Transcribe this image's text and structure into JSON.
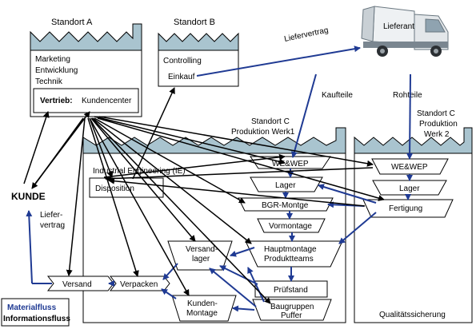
{
  "sites": {
    "a": {
      "title": "Standort A",
      "lines": [
        "Marketing",
        "Entwicklung",
        "Technik"
      ],
      "vertrieb_label": "Vertrieb:",
      "kundencenter": "Kundencenter"
    },
    "b": {
      "title": "Standort B",
      "controlling": "Controlling",
      "einkauf": "Einkauf"
    },
    "c1": {
      "title": "Standort C",
      "subtitle": "Produktion Werk1"
    },
    "c2": {
      "title": "Standort C",
      "line2": "Produktion",
      "line3": "Werk 2"
    }
  },
  "truck": {
    "label": "Lieferant"
  },
  "flow_labels": {
    "liefervertrag": "Liefervertrag",
    "kaufteile": "Kaufteile",
    "rohteile": "Rohteile",
    "liefer": "Liefer-",
    "vertrag": "vertrag"
  },
  "kunde": "KUNDE",
  "ie_label": "Industrial Engineering (IE)",
  "disposition": "Disposition",
  "werk1": {
    "we_wep": "WE&WEP",
    "lager": "Lager",
    "bgr_montage": "BGR-Montge",
    "vormontage": "Vormontage",
    "hauptmontage_1": "Hauptmontage",
    "hauptmontage_2": "Produktteams",
    "pruefstand": "Prüfstand",
    "baugruppen_1": "Baugruppen",
    "baugruppen_2": "Puffer",
    "versandlager_1": "Versand-",
    "versandlager_2": "lager",
    "kundenmontage_1": "Kunden-",
    "kundenmontage_2": "Montage",
    "versand": "Versand",
    "verpacken": "Verpacken"
  },
  "werk2": {
    "we_wep": "WE&WEP",
    "lager": "Lager",
    "fertigung": "Fertigung",
    "qs": "Qualitätssicherung"
  },
  "legend": {
    "materialfluss": "Materialfluss",
    "informationsfluss": "Informationsfluss"
  },
  "colors": {
    "material": "#1f3a93",
    "information": "#000000",
    "roof": "#a9c4cf"
  }
}
